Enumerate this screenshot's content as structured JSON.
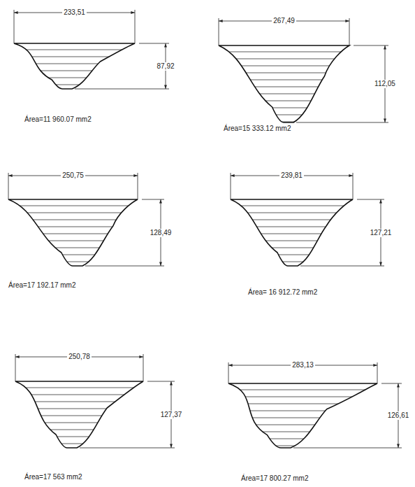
{
  "diagram": {
    "labels": [
      "233,51",
      "87,92",
      "Área=11 960.07 mm2",
      "267,49",
      "112,05",
      "Área=15 333.12 mm2",
      "250,75",
      "128,49",
      "Área=17 192.17 mm2",
      "239,81",
      "127,21",
      "Área= 16 912.72 mm2",
      "250,78",
      "127,37",
      "Área=17 563 mm2",
      "283,13",
      "126,61",
      "Área=17 800.27 mm2"
    ]
  }
}
